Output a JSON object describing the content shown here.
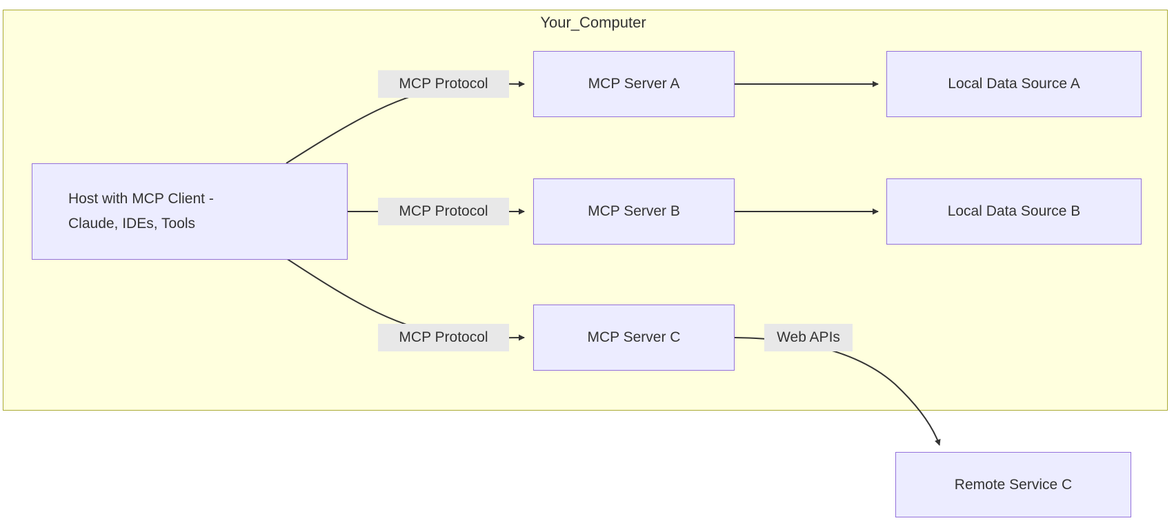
{
  "colors": {
    "node_fill": "#ECECFF",
    "node_border": "#9370DB",
    "cluster_fill": "#FFFFDE",
    "cluster_border": "#AAAA33",
    "edge_label_bg": "#E8E8E8",
    "line": "#333333",
    "text": "#333333",
    "background": "#FFFFFF"
  },
  "cluster": {
    "title": "Your_Computer"
  },
  "nodes": {
    "host": {
      "line1": "Host with MCP Client -",
      "line2": "Claude, IDEs, Tools"
    },
    "server_a": {
      "label": "MCP Server A"
    },
    "server_b": {
      "label": "MCP Server B"
    },
    "server_c": {
      "label": "MCP Server C"
    },
    "local_a": {
      "label": "Local Data Source A"
    },
    "local_b": {
      "label": "Local Data Source B"
    },
    "remote_c": {
      "label": "Remote Service C"
    }
  },
  "edge_labels": {
    "protocol_a": "MCP Protocol",
    "protocol_b": "MCP Protocol",
    "protocol_c": "MCP Protocol",
    "web_apis": "Web APIs"
  },
  "edges": [
    {
      "from": "host",
      "to": "server_a",
      "label": "MCP Protocol"
    },
    {
      "from": "host",
      "to": "server_b",
      "label": "MCP Protocol"
    },
    {
      "from": "host",
      "to": "server_c",
      "label": "MCP Protocol"
    },
    {
      "from": "server_a",
      "to": "local_a",
      "label": ""
    },
    {
      "from": "server_b",
      "to": "local_b",
      "label": ""
    },
    {
      "from": "server_c",
      "to": "remote_c",
      "label": "Web APIs"
    }
  ]
}
